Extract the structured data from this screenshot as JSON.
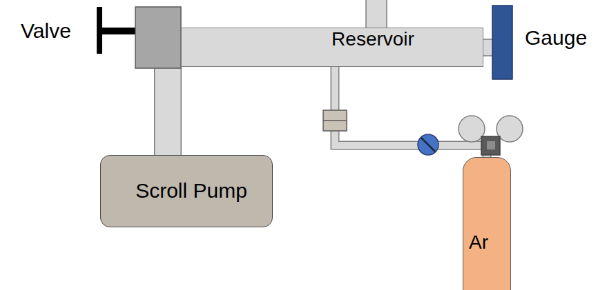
{
  "diagram": {
    "nodes": [
      {
        "text": [
          "Reservoir"
        ]
      },
      {
        "text": [
          "Scroll Pump"
        ]
      },
      {
        "text": [
          "Ar"
        ]
      }
    ],
    "edges": [
      {
        "from": 1,
        "to": 0,
        "arrow": "none"
      },
      {
        "from": 2,
        "to": 0,
        "arrow": "none"
      }
    ],
    "labels": [
      "Valve",
      "Gauge"
    ]
  }
}
